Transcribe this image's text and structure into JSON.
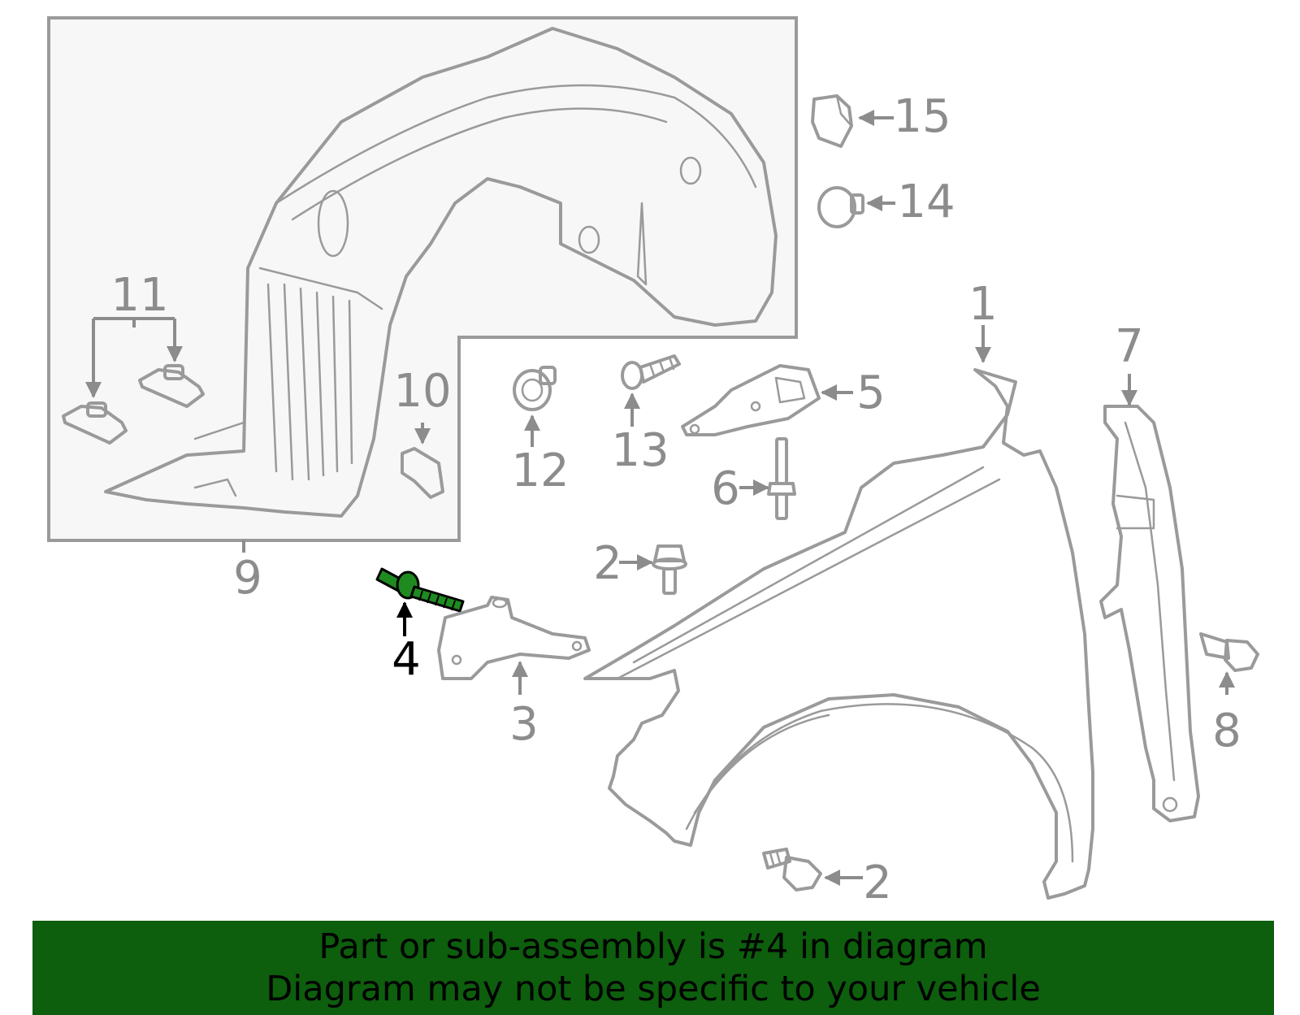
{
  "diagram": {
    "callouts": [
      "1",
      "2",
      "2",
      "3",
      "4",
      "5",
      "6",
      "7",
      "8",
      "9",
      "10",
      "11",
      "12",
      "13",
      "14",
      "15"
    ],
    "highlight_part": "4",
    "colors": {
      "highlight_fill": "#1f8a1f",
      "banner_bg": "#0d5e0d",
      "line_gray": "#9a9a9a",
      "label_gray": "#8c8c8c"
    }
  },
  "banner": {
    "line1": "Part or sub-assembly is #4 in diagram",
    "line2": "Diagram may not be specific to your vehicle"
  }
}
